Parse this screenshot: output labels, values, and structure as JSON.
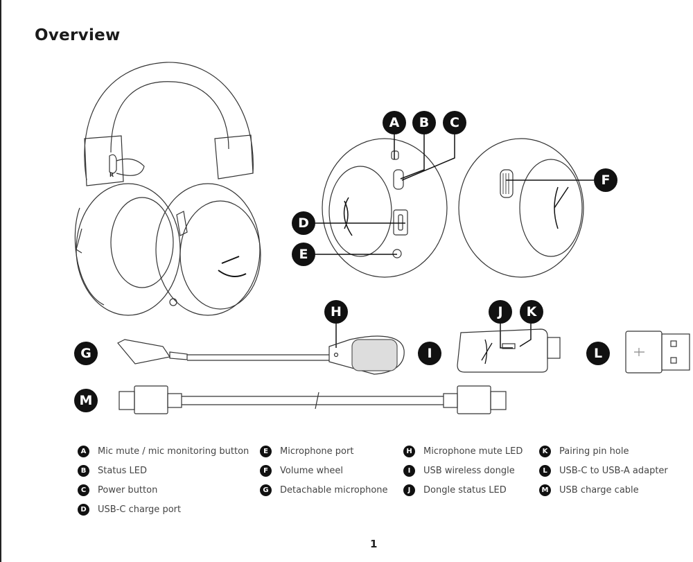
{
  "page": {
    "title": "Overview",
    "page_number": "1",
    "side_marking": "R"
  },
  "callouts": {
    "A": "A",
    "B": "B",
    "C": "C",
    "D": "D",
    "E": "E",
    "F": "F",
    "G": "G",
    "H": "H",
    "I": "I",
    "J": "J",
    "K": "K",
    "L": "L",
    "M": "M"
  },
  "legend": [
    {
      "key": "A",
      "label": "Mic mute / mic monitoring button"
    },
    {
      "key": "B",
      "label": "Status LED"
    },
    {
      "key": "C",
      "label": "Power button"
    },
    {
      "key": "D",
      "label": "USB-C charge port"
    },
    {
      "key": "E",
      "label": "Microphone port"
    },
    {
      "key": "F",
      "label": "Volume wheel"
    },
    {
      "key": "G",
      "label": "Detachable microphone"
    },
    {
      "key": "H",
      "label": "Microphone mute LED"
    },
    {
      "key": "I",
      "label": "USB wireless dongle"
    },
    {
      "key": "J",
      "label": "Dongle status LED"
    },
    {
      "key": "K",
      "label": "Pairing pin hole"
    },
    {
      "key": "L",
      "label": "USB-C to USB-A adapter"
    },
    {
      "key": "M",
      "label": "USB charge cable"
    }
  ]
}
